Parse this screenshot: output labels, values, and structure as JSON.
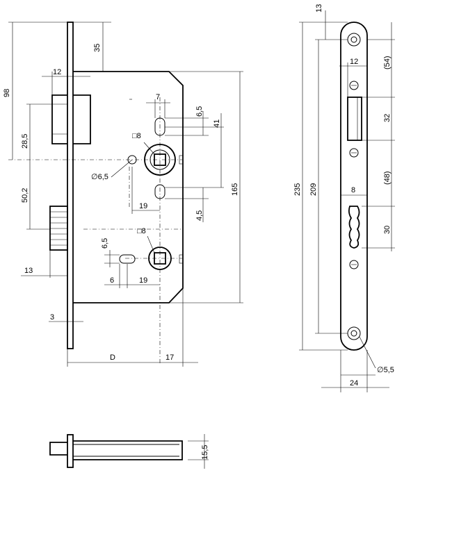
{
  "dimensions": {
    "front_top_offset": "35",
    "front_height_98": "98",
    "front_12": "12",
    "front_7": "7",
    "front_65a": "6,5",
    "front_sq8a": "□8",
    "front_41": "41",
    "front_285": "28,5",
    "front_dia65": "∅6,5",
    "front_502": "50,2",
    "front_19a": "19",
    "front_45": "4,5",
    "front_165": "165",
    "front_sq8b": "□8",
    "front_65b": "6,5",
    "front_6": "6",
    "front_19b": "19",
    "front_13": "13",
    "front_3": "3",
    "front_D": "D",
    "front_17": "17",
    "side_13": "13",
    "side_12": "12",
    "side_54": "(54)",
    "side_32": "32",
    "side_235": "235",
    "side_209": "209",
    "side_48": "(48)",
    "side_8": "8",
    "side_30": "30",
    "side_dia55": "∅5,5",
    "side_24": "24",
    "bottom_155": "15,5"
  }
}
